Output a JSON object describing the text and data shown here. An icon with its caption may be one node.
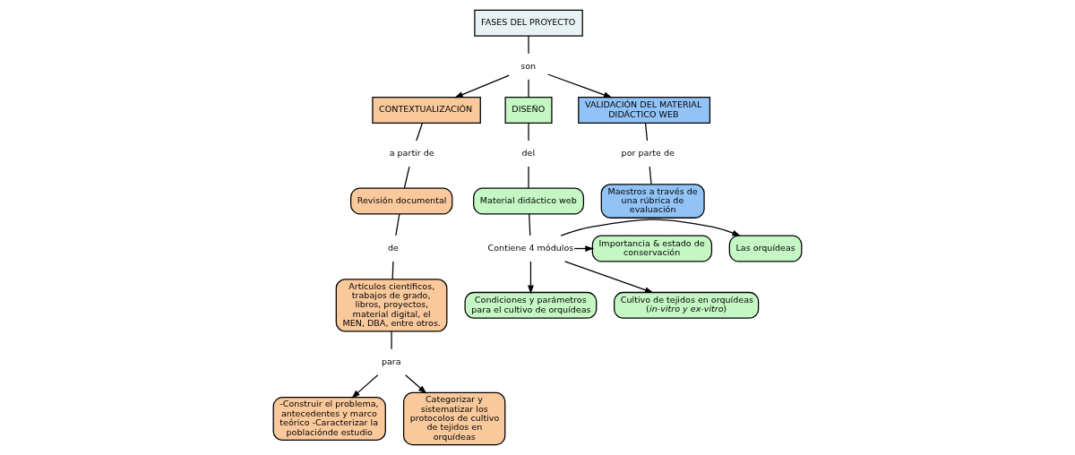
{
  "diagram": {
    "nodes": [
      {
        "text": [
          "FASES DEL PROYECTO"
        ]
      },
      {
        "text": [
          "son"
        ]
      },
      {
        "text": [
          "CONTEXTUALIZACIÓN"
        ]
      },
      {
        "text": [
          "DISEÑO"
        ]
      },
      {
        "text": [
          "VALIDACIÓN DEL MATERIAL DIDÁCTICO WEB"
        ]
      },
      {
        "text": [
          "a partir de"
        ]
      },
      {
        "text": [
          "del"
        ]
      },
      {
        "text": [
          "por parte de"
        ]
      },
      {
        "text": [
          "Revisión documental"
        ]
      },
      {
        "text": [
          "Material didáctico web"
        ]
      },
      {
        "text": [
          "Maestros a través de una rúbrica de evaluación"
        ]
      },
      {
        "text": [
          "de"
        ]
      },
      {
        "text": [
          "Contiene 4 módulos"
        ]
      },
      {
        "text": [
          "Artículos científicos, trabajos de grado, libros, proyectos, material digital, el MEN, DBA, entre otros."
        ]
      },
      {
        "text": [
          "Las orquídeas"
        ]
      },
      {
        "text": [
          "Importancia & estado de conservación"
        ]
      },
      {
        "text": [
          "Condiciones y parámetros para el cultivo de orquídeas"
        ]
      },
      {
        "text": [
          "Cultivo de tejidos en orquídeas (*in-vitro y ex-vitro*)"
        ]
      },
      {
        "text": [
          "para"
        ]
      },
      {
        "text": [
          "-Construir el problema, antecedentes y marco teórico -Caracterizar la poblaciónde estudio"
        ]
      },
      {
        "text": [
          "Categorizar y sistematizar los protocolos de cultivo de tejidos en orquídeas"
        ]
      }
    ],
    "edges": [
      {
        "from": 0,
        "to": 1,
        "arrow": "none"
      },
      {
        "from": 1,
        "to": 2,
        "arrow": "to"
      },
      {
        "from": 1,
        "to": 3,
        "arrow": "none"
      },
      {
        "from": 1,
        "to": 4,
        "arrow": "to"
      },
      {
        "from": 2,
        "to": 5,
        "arrow": "none"
      },
      {
        "from": 5,
        "to": 8,
        "arrow": "none"
      },
      {
        "from": 3,
        "to": 6,
        "arrow": "none"
      },
      {
        "from": 6,
        "to": 9,
        "arrow": "none"
      },
      {
        "from": 4,
        "to": 7,
        "arrow": "none"
      },
      {
        "from": 7,
        "to": 10,
        "arrow": "none"
      },
      {
        "from": 8,
        "to": 11,
        "arrow": "none"
      },
      {
        "from": 11,
        "to": 13,
        "arrow": "none"
      },
      {
        "from": 9,
        "to": 12,
        "arrow": "none"
      },
      {
        "from": 12,
        "to": 14,
        "arrow": "to"
      },
      {
        "from": 12,
        "to": 15,
        "arrow": "to"
      },
      {
        "from": 12,
        "to": 16,
        "arrow": "to"
      },
      {
        "from": 12,
        "to": 17,
        "arrow": "to"
      },
      {
        "from": 13,
        "to": 18,
        "arrow": "none"
      },
      {
        "from": 18,
        "to": 19,
        "arrow": "to"
      },
      {
        "from": 18,
        "to": 20,
        "arrow": "to"
      }
    ]
  }
}
